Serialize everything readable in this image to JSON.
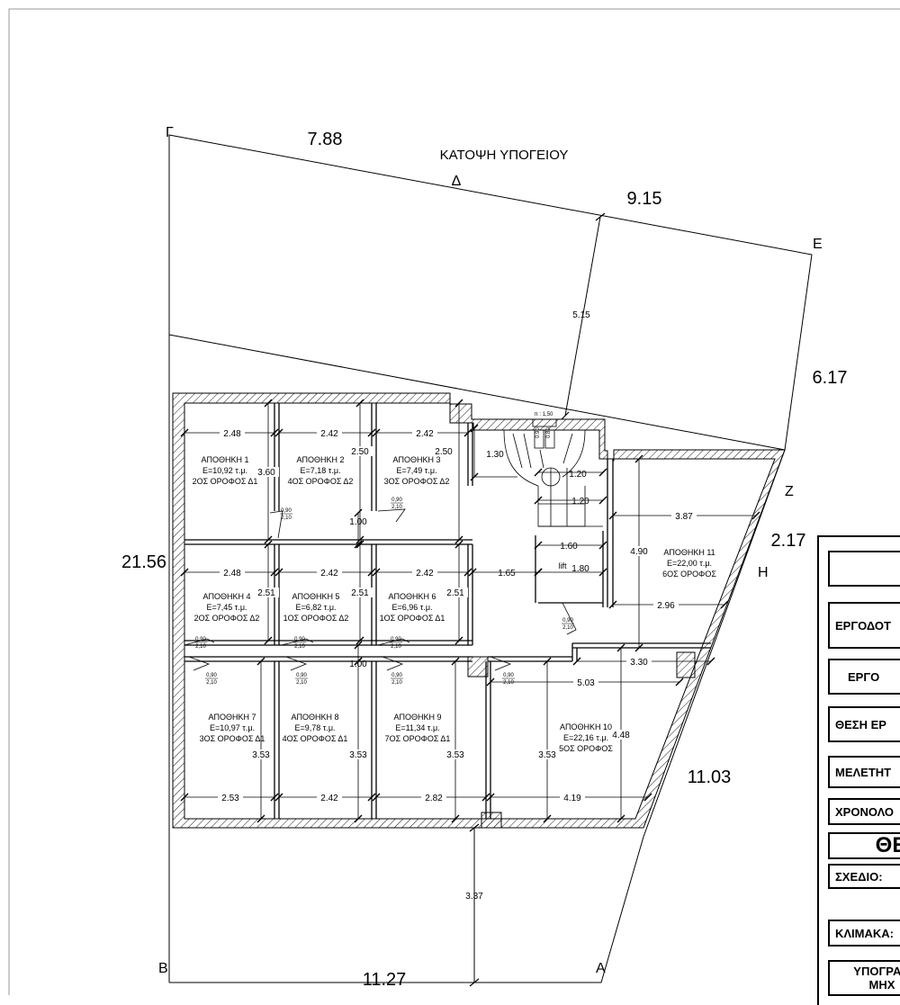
{
  "drawing": {
    "title": "ΚΑΤΟΨΗ ΥΠΟΓΕΙΟΥ",
    "points": {
      "gamma": "Γ",
      "delta": "Δ",
      "epsilon": "Ε",
      "zeta": "Ζ",
      "eta": "Η",
      "alpha": "Α",
      "beta": "Β"
    },
    "boundary_dims": {
      "top_left": "7.88",
      "top_right": "9.15",
      "right_upper": "6.17",
      "right_mid": "2.17",
      "right_lower": "11.03",
      "left": "21.56",
      "bottom": "11.27"
    },
    "offset_dims": {
      "upper": "5.15",
      "lower": "3.37"
    },
    "stair": {
      "scale_note": "π : 1,50",
      "w1": "0.90",
      "w2": "0.80",
      "d130": "1.30",
      "d120a": "1.20",
      "d120b": "1.20"
    },
    "lift": {
      "label": "lift",
      "w": "1.60",
      "h": "1.80"
    },
    "corridor": {
      "upper": "1.00",
      "lower": "1.00",
      "passage": "1.65"
    },
    "door_tag": {
      "w": "0,90",
      "h": "2,10"
    },
    "rooms": [
      {
        "name": "ΑΠΟΘΗΚΗ 1",
        "area": "Ε=10,92 τ.μ.",
        "owner": "2ΟΣ ΟΡΟΦΟΣ Δ1",
        "w": "2.48",
        "h": "3.60"
      },
      {
        "name": "ΑΠΟΘΗΚΗ 2",
        "area": "Ε=7,18 τ.μ.",
        "owner": "4ΟΣ ΟΡΟΦΟΣ Δ2",
        "w": "2.42",
        "h": "2.50"
      },
      {
        "name": "ΑΠΟΘΗΚΗ 3",
        "area": "Ε=7,49 τ.μ.",
        "owner": "3ΟΣ ΟΡΟΦΟΣ Δ2",
        "w": "2.42",
        "h": "2.50"
      },
      {
        "name": "ΑΠΟΘΗΚΗ 4",
        "area": "Ε=7,45 τ.μ.",
        "owner": "2ΟΣ ΟΡΟΦΟΣ Δ2",
        "w": "2.48",
        "h": "2.51"
      },
      {
        "name": "ΑΠΟΘΗΚΗ 5",
        "area": "Ε=6,82 τ.μ.",
        "owner": "1ΟΣ ΟΡΟΦΟΣ Δ2",
        "w": "2.42",
        "h": "2.51"
      },
      {
        "name": "ΑΠΟΘΗΚΗ 6",
        "area": "Ε=6,96 τ.μ.",
        "owner": "1ΟΣ ΟΡΟΦΟΣ Δ1",
        "w": "2.42",
        "h": "2.51"
      },
      {
        "name": "ΑΠΟΘΗΚΗ 7",
        "area": "Ε=10,97 τ.μ.",
        "owner": "3ΟΣ ΟΡΟΦΟΣ Δ1",
        "w": "2.53",
        "h": "3.53"
      },
      {
        "name": "ΑΠΟΘΗΚΗ 8",
        "area": "Ε=9,78 τ.μ.",
        "owner": "4ΟΣ ΟΡΟΦΟΣ Δ1",
        "w": "2.42",
        "h": "3.53"
      },
      {
        "name": "ΑΠΟΘΗΚΗ 9",
        "area": "Ε=11,34 τ.μ.",
        "owner": "7ΟΣ ΟΡΟΦΟΣ Δ1",
        "w": "2.82",
        "h": "3.53"
      },
      {
        "name": "ΑΠΟΘΗΚΗ 10",
        "area": "Ε=22,16 τ.μ.",
        "owner": "5ΟΣ ΟΡΟΦΟΣ",
        "w": "4.19",
        "h": "3.53",
        "w2": "5.03",
        "h2": "4.48",
        "w3": "3.30"
      },
      {
        "name": "ΑΠΟΘΗΚΗ 11",
        "area": "Ε=22,00 τ.μ.",
        "owner": "6ΟΣ ΟΡΟΦΟΣ",
        "w": "3.87",
        "h": "4.90",
        "w2": "2.96"
      }
    ]
  },
  "title_block": {
    "owner": "ΕΡΓΟΔΟΤ",
    "project": "ΕΡΓΟ",
    "location": "ΘΕΣΗ ΕΡ",
    "designer": "ΜΕΛΕΤΗΤ",
    "date": "ΧΡΟΝΟΛΟ",
    "subject": "ΘΕΜ",
    "drawing": "ΣΧΕΔΙΟ:",
    "scale": "ΚΛΙΜΑΚΑ:",
    "signature1": "ΥΠΟΓΡΑΦ",
    "signature2": "ΜΗΧ"
  }
}
